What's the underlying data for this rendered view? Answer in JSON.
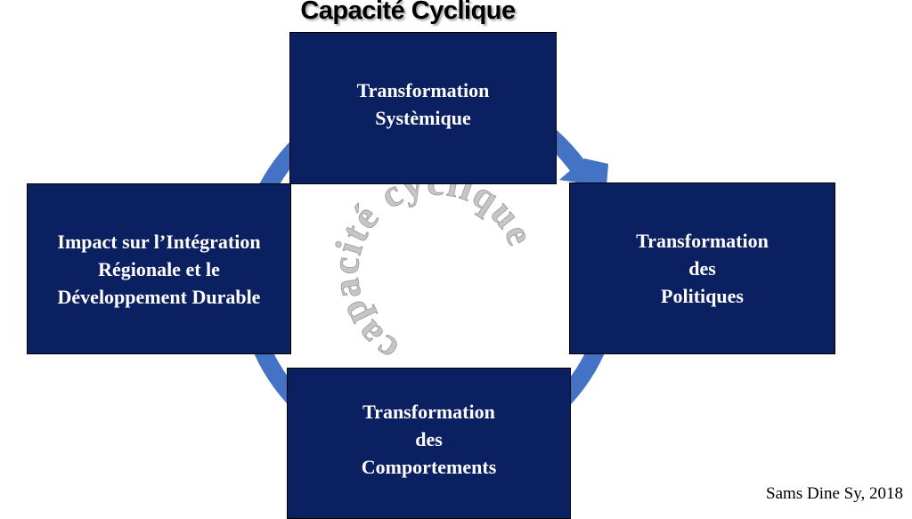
{
  "title": "Capacité Cyclique",
  "boxes": {
    "top": "Transformation\nSystèmique",
    "right": "Transformation\ndes\nPolitiques",
    "bottom": "Transformation\ndes\nComportements",
    "left": "Impact sur l’Intégration\nRégionale et le\nDéveloppement Durable"
  },
  "center_text": "capacité cyclique",
  "credit": "Sams Dine Sy, 2018",
  "colors": {
    "box_fill": "#0b2060",
    "cycle_arrow": "#4472c4",
    "center_text": "#bdbdbd"
  }
}
